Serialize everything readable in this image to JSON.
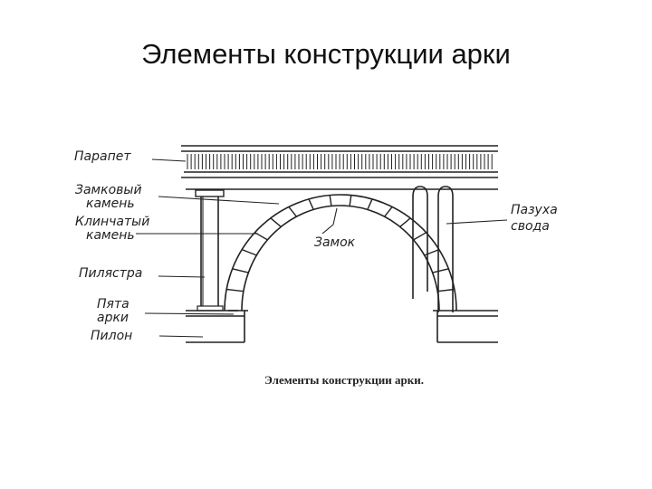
{
  "slide": {
    "title": "Элементы конструкции арки"
  },
  "diagram": {
    "labels": {
      "parapet": "Парапет",
      "keystone_line1": "Замковый",
      "keystone_line2": "камень",
      "voussoir_line1": "Клинчатый",
      "voussoir_line2": "камень",
      "pilaster": "Пилястра",
      "springer_line1": "Пята",
      "springer_line2": "арки",
      "pylon": "Пилон",
      "lock": "Замок",
      "spandrel_line1": "Пазуха",
      "spandrel_line2": "свода"
    },
    "caption": "Элементы конструкции арки."
  }
}
